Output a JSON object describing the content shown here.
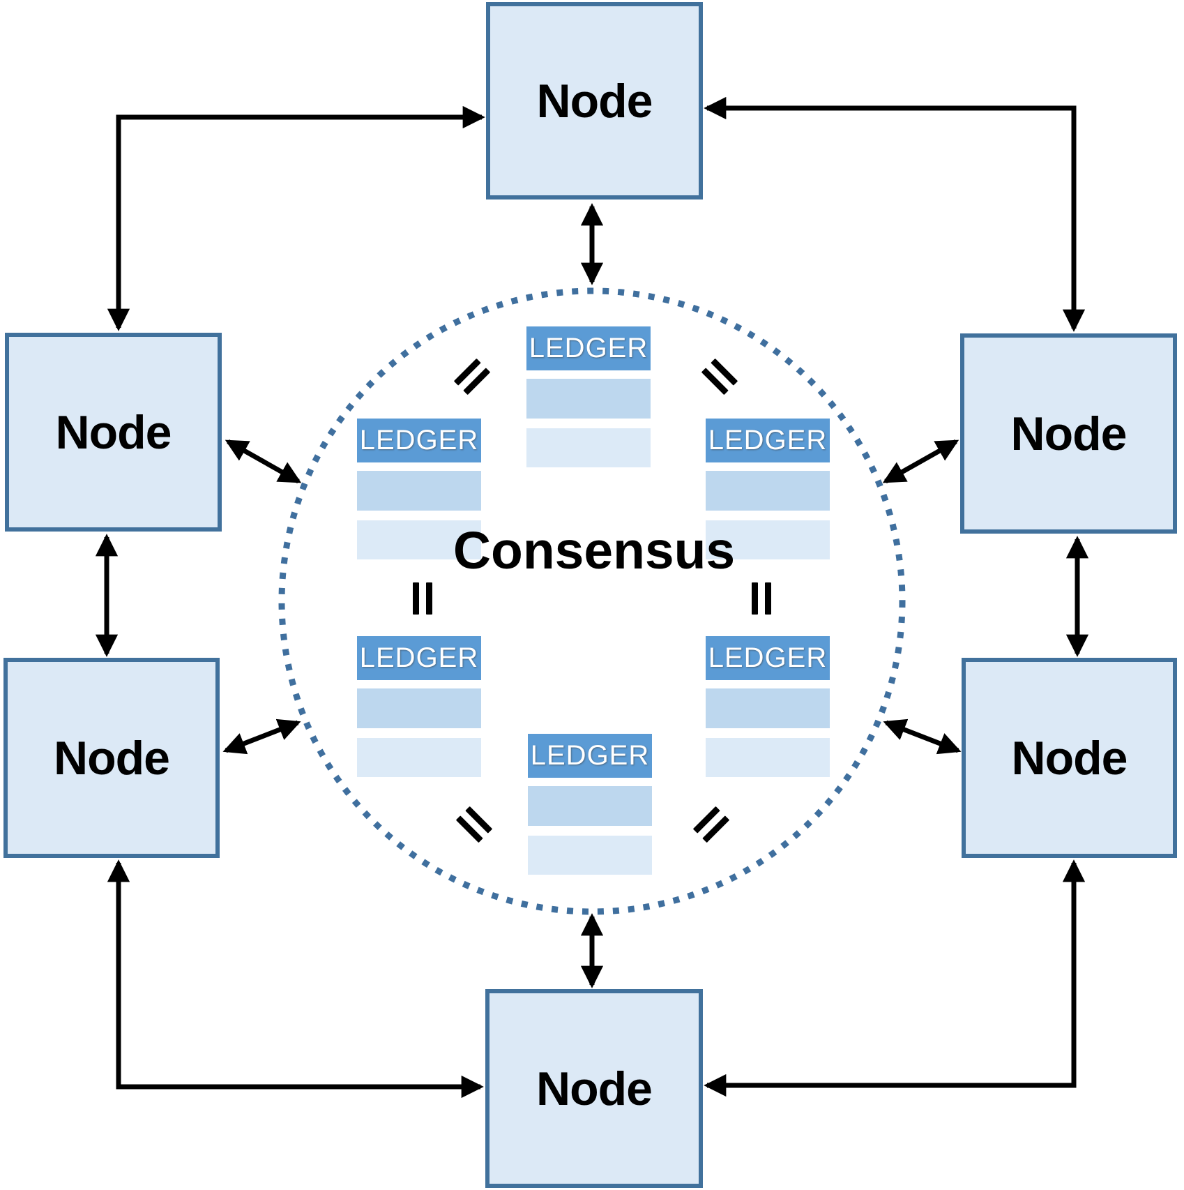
{
  "labels": {
    "node": "Node",
    "ledger": "LEDGER",
    "consensus": "Consensus"
  },
  "colors": {
    "background": "#ffffff",
    "node_fill": "#dce9f6",
    "node_border": "#41719c",
    "node_text": "#000000",
    "ledger_header_bg": "#5b9bd5",
    "ledger_header_text": "#ffffff",
    "ledger_row_medium": "#bdd7ee",
    "ledger_row_light": "#dceaf7",
    "consensus_circle_dots": "#3f6f9e",
    "consensus_text": "#000000",
    "arrows": "#000000",
    "equals_marks": "#000000"
  },
  "nodes": [
    {
      "label": "Node",
      "position": "top"
    },
    {
      "label": "Node",
      "position": "left-upper"
    },
    {
      "label": "Node",
      "position": "left-lower"
    },
    {
      "label": "Node",
      "position": "right-upper"
    },
    {
      "label": "Node",
      "position": "right-lower"
    },
    {
      "label": "Node",
      "position": "bottom"
    }
  ],
  "consensus_ring": {
    "label": "Consensus",
    "style": "dotted-circle",
    "ledger_copies": 6,
    "equals_marks": [
      {
        "position": "top-left",
        "orientation": "diagonal-ne"
      },
      {
        "position": "top-right",
        "orientation": "diagonal-nw"
      },
      {
        "position": "middle-left",
        "orientation": "vertical"
      },
      {
        "position": "middle-right",
        "orientation": "vertical"
      },
      {
        "position": "bottom-left",
        "orientation": "diagonal-nw"
      },
      {
        "position": "bottom-right",
        "orientation": "diagonal-ne"
      }
    ]
  },
  "ledgers": [
    {
      "label": "LEDGER",
      "rows": 2,
      "position": "top-center"
    },
    {
      "label": "LEDGER",
      "rows": 2,
      "position": "upper-left"
    },
    {
      "label": "LEDGER",
      "rows": 2,
      "position": "upper-right"
    },
    {
      "label": "LEDGER",
      "rows": 2,
      "position": "lower-left"
    },
    {
      "label": "LEDGER",
      "rows": 2,
      "position": "lower-right"
    },
    {
      "label": "LEDGER",
      "rows": 2,
      "position": "bottom-center"
    }
  ],
  "connections": [
    {
      "from": "node-top",
      "to": "consensus-ring",
      "type": "double-headed-arrow"
    },
    {
      "from": "node-bottom",
      "to": "consensus-ring",
      "type": "double-headed-arrow"
    },
    {
      "from": "node-left-upper",
      "to": "consensus-ring",
      "type": "double-headed-arrow"
    },
    {
      "from": "node-left-lower",
      "to": "consensus-ring",
      "type": "double-headed-arrow"
    },
    {
      "from": "node-right-upper",
      "to": "consensus-ring",
      "type": "double-headed-arrow"
    },
    {
      "from": "node-right-lower",
      "to": "consensus-ring",
      "type": "double-headed-arrow"
    },
    {
      "from": "node-left-upper",
      "to": "node-left-lower",
      "type": "double-headed-arrow"
    },
    {
      "from": "node-right-upper",
      "to": "node-right-lower",
      "type": "double-headed-arrow"
    },
    {
      "from": "node-left-upper",
      "to": "node-top",
      "type": "elbow-double-headed-arrow"
    },
    {
      "from": "node-top",
      "to": "node-right-upper",
      "type": "elbow-double-headed-arrow"
    },
    {
      "from": "node-left-lower",
      "to": "node-bottom",
      "type": "elbow-double-headed-arrow"
    },
    {
      "from": "node-bottom",
      "to": "node-right-lower",
      "type": "elbow-double-headed-arrow"
    }
  ]
}
